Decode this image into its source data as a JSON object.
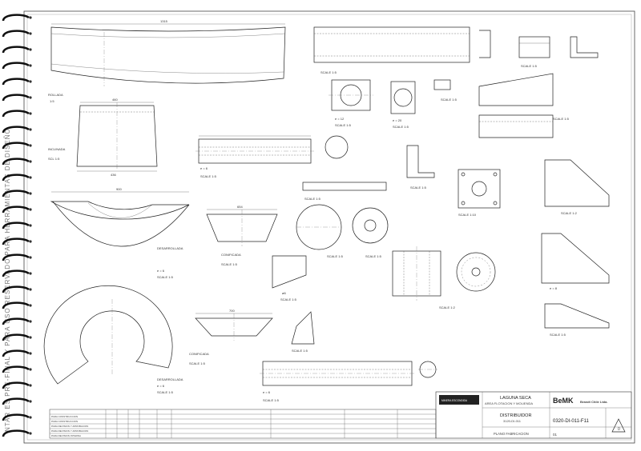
{
  "side_text": "NTAR ES PRE-FINAL Y PARA USO RESERVADO PARA HERRAMIENTAS DE DISEÑO",
  "views": {
    "plate_label": "ROLLADA",
    "plate_scale": "1:5",
    "inclinada_label": "INCLINADA",
    "inclinada_scale": "SCL 1:5",
    "desarrollada1_label": "DESARROLLADA",
    "desarrollada1_sub": "e = 6",
    "desarrollada1_scale": "SCALE 1:5",
    "desarrollada2_label": "DESARROLLADA",
    "desarrollada2_sub": "e = 6",
    "desarrollada2_scale": "SCALE 1:5",
    "conificada1_label": "CONIFICADA",
    "conificada1_scale": "SCALE 1:5",
    "conificada2_label": "CONIFICADA",
    "conificada2_scale": "SCALE 1:5",
    "scale_generic": "SCALE 1:5",
    "scale_half": "SCALE 1:2",
    "scale_10": "SCALE 1:10",
    "e6": "e = 6",
    "e8": "e = 8"
  },
  "title_block": {
    "project": "LAGUNA SECA",
    "area": "AREA FLOTACION Y MOLIENDA",
    "item": "DISTRIBUIDOR",
    "item_code": "3120-DI-011",
    "drawing_type": "PLANO FABRICACION",
    "drawing_number": "0320-DI-011-F11",
    "revision": "0",
    "sheet": "01",
    "company": "Brandt Chile Ltda.",
    "logo_text": "BeMK",
    "client": "MINERA ESCONDIDA"
  },
  "revision_rows": [
    "PARA CONSTRUCCION",
    "PARA CONSTRUCCION",
    "PARA REVISION Y APROBACION",
    "PARA REVISION Y APROBACION",
    "PARA REVISION INTERNA"
  ],
  "icons": {
    "binding": "spiral-binding-icon",
    "warning": "warning-triangle-icon"
  },
  "colors": {
    "paper": "#ffffff",
    "ink": "#222222",
    "binding": "#111111"
  }
}
